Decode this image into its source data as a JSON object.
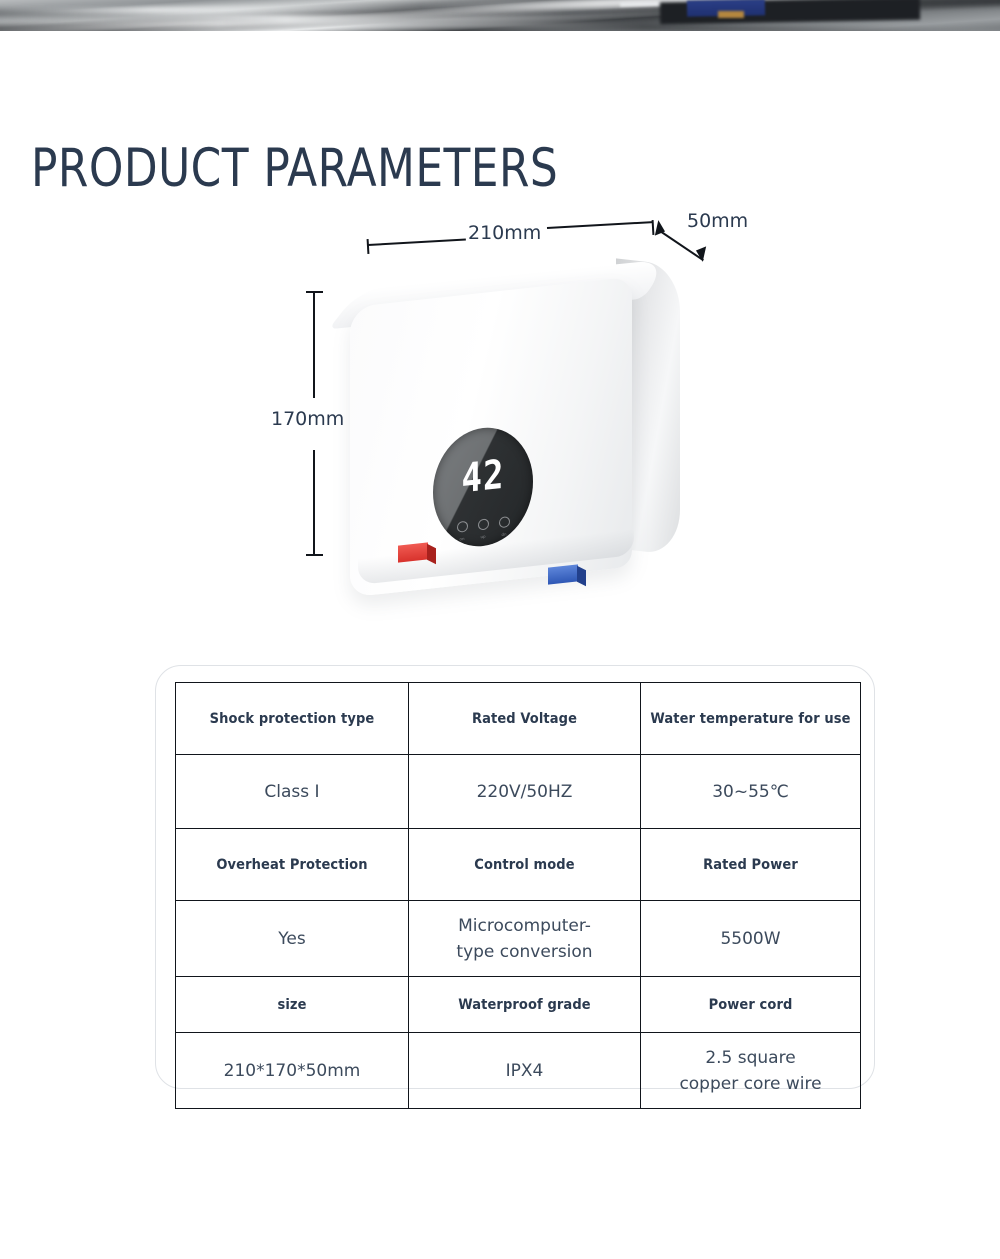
{
  "page": {
    "title": "PRODUCT PARAMETERS",
    "background_color": "#ffffff",
    "title_color": "#2b3a4f"
  },
  "top_banner": {
    "description": "cropped photo strip",
    "colors": [
      "#b9bcbe",
      "#55585b",
      "#e9ebec",
      "#2b3f87",
      "#1d2024"
    ]
  },
  "product": {
    "name": "tankless-water-heater",
    "display_value": "42",
    "inlet_color": "#d8322c",
    "outlet_color": "#2e57b5",
    "body_color": "#ffffff",
    "display_color": "#2e3133",
    "control_buttons": [
      "⏻",
      "↑",
      "↓"
    ],
    "control_button_labels": [
      "on",
      "up",
      "dn"
    ],
    "dimensions": {
      "width": "210mm",
      "height": "170mm",
      "depth": "50mm"
    }
  },
  "spec_table": {
    "rows": [
      {
        "type": "header",
        "cells": [
          "Shock protection type",
          "Rated Voltage",
          "Water temperature for use"
        ]
      },
      {
        "type": "value",
        "cells": [
          "Class I",
          "220V/50HZ",
          "30~55℃"
        ]
      },
      {
        "type": "header",
        "cells": [
          "Overheat Protection",
          "Control mode",
          "Rated Power"
        ]
      },
      {
        "type": "value",
        "cells": [
          "Yes",
          "Microcomputer-\ntype conversion",
          "5500W"
        ]
      },
      {
        "type": "header",
        "cells": [
          "size",
          "Waterproof grade",
          "Power cord"
        ]
      },
      {
        "type": "value",
        "cells": [
          "210*170*50mm",
          "IPX4",
          "2.5 square\ncopper core wire"
        ]
      }
    ]
  }
}
